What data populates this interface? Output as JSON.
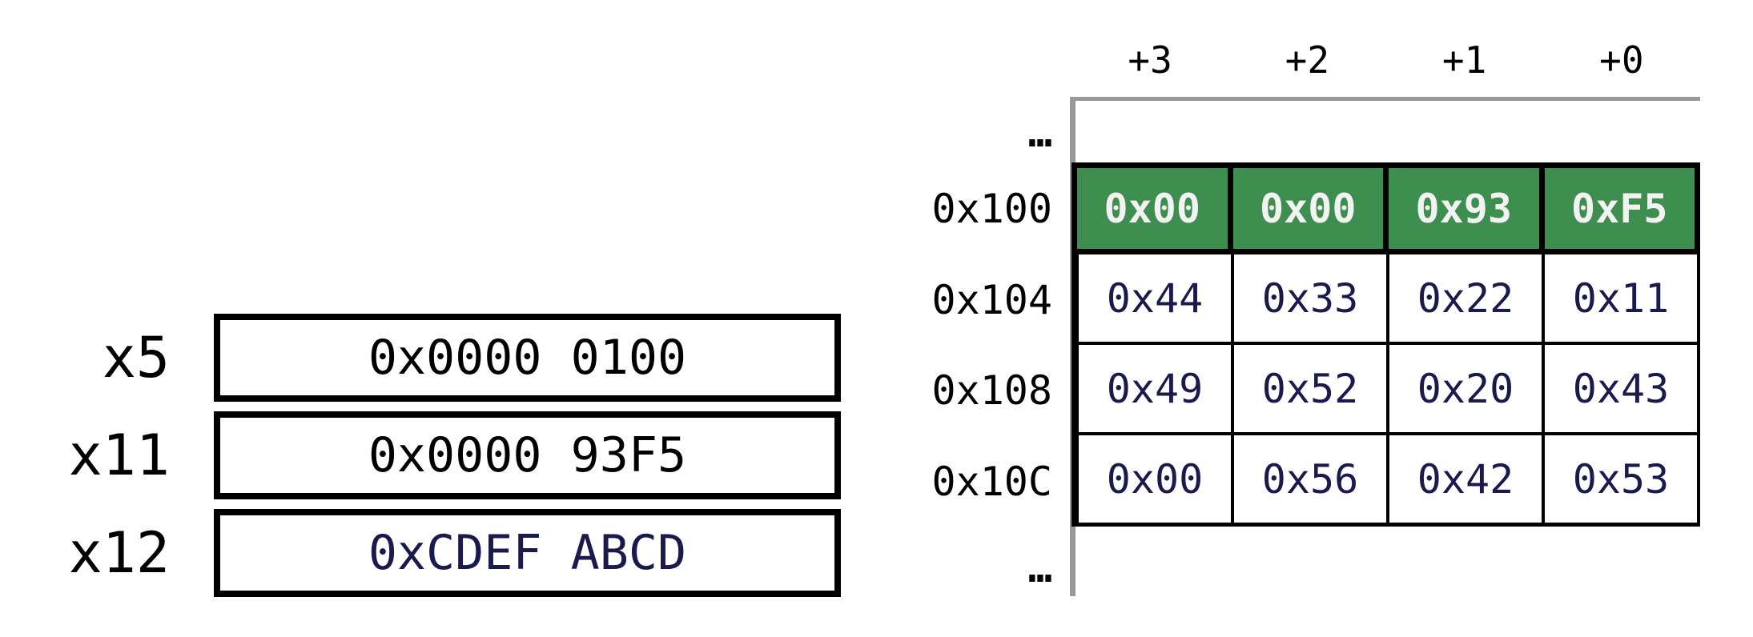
{
  "registers": [
    {
      "name": "x5",
      "value": "0x0000 0100"
    },
    {
      "name": "x11",
      "value": "0x0000 93F5"
    },
    {
      "name": "x12",
      "value": "0xCDEF ABCD"
    }
  ],
  "memory": {
    "byte_offset_headers": [
      "+3",
      "+2",
      "+1",
      "+0"
    ],
    "ellipsis_top": "…",
    "ellipsis_bottom": "…",
    "rows": [
      {
        "address": "0x100",
        "highlighted": true,
        "cells": [
          "0x00",
          "0x00",
          "0x93",
          "0xF5"
        ]
      },
      {
        "address": "0x104",
        "highlighted": false,
        "cells": [
          "0x44",
          "0x33",
          "0x22",
          "0x11"
        ]
      },
      {
        "address": "0x108",
        "highlighted": false,
        "cells": [
          "0x49",
          "0x52",
          "0x20",
          "0x43"
        ]
      },
      {
        "address": "0x10C",
        "highlighted": false,
        "cells": [
          "0x00",
          "0x56",
          "0x42",
          "0x53"
        ]
      }
    ]
  },
  "colors": {
    "highlight_green": "#3e8e50",
    "highlight_text": "#f2f2f2",
    "value_navy": "#1a1a4d",
    "grid_black": "#000000",
    "axis_gray": "#999999"
  }
}
